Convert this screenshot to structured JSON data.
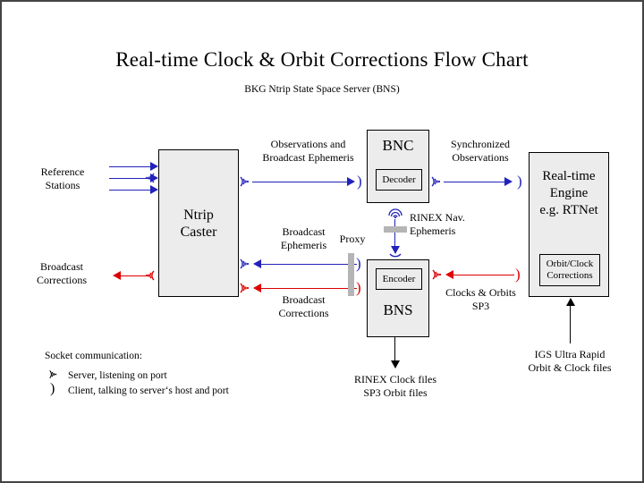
{
  "title": "Real-time Clock & Orbit Corrections Flow Chart",
  "subtitle": "BKG Ntrip State Space Server  (BNS)",
  "boxes": {
    "caster": {
      "label": "Ntrip\nCaster",
      "line1": "Ntrip",
      "line2": "Caster"
    },
    "bnc": {
      "label": "BNC",
      "sub": "Decoder"
    },
    "bns": {
      "label": "BNS",
      "sub": "Encoder"
    },
    "engine": {
      "line1": "Real-time",
      "line2": "Engine",
      "line3": "e.g. RTNet",
      "sub": "Orbit/Clock\nCorrections",
      "sub_line1": "Orbit/Clock",
      "sub_line2": "Corrections"
    }
  },
  "labels": {
    "reference_stations": "Reference\nStations",
    "reference_stations_l1": "Reference",
    "reference_stations_l2": "Stations",
    "broadcast_corrections_left_l1": "Broadcast",
    "broadcast_corrections_left_l2": "Corrections",
    "observations_broadcast_eph_l1": "Observations and",
    "observations_broadcast_eph_l2": "Broadcast Ephemeris",
    "synchronized_observations_l1": "Synchronized",
    "synchronized_observations_l2": "Observations",
    "broadcast_ephemeris_l1": "Broadcast",
    "broadcast_ephemeris_l2": "Ephemeris",
    "broadcast_corrections_mid_l1": "Broadcast",
    "broadcast_corrections_mid_l2": "Corrections",
    "proxy": "Proxy",
    "rinex_nav_l1": "RINEX Nav.",
    "rinex_nav_l2": "Ephemeris",
    "clocks_orbits_l1": "Clocks & Orbits",
    "clocks_orbits_l2": "SP3",
    "rinex_clock_files_l1": "RINEX Clock files",
    "rinex_clock_files_l2": "SP3 Orbit files",
    "igs_ultra_rapid_l1": "IGS Ultra Rapid",
    "igs_ultra_rapid_l2": "Orbit & Clock files"
  },
  "legend": {
    "title": "Socket communication:",
    "server": "Server, listening on port",
    "client": "Client, talking to server‘s host and port"
  },
  "colors": {
    "blue": "#2222bb",
    "red": "#dd0000",
    "box_fill": "#ececec",
    "box_border": "#000000",
    "proxy_gray": "#b5b5b5",
    "frame": "#444444"
  },
  "icons": {
    "server_socket": "server-socket-icon",
    "client_socket": "client-socket-icon"
  }
}
